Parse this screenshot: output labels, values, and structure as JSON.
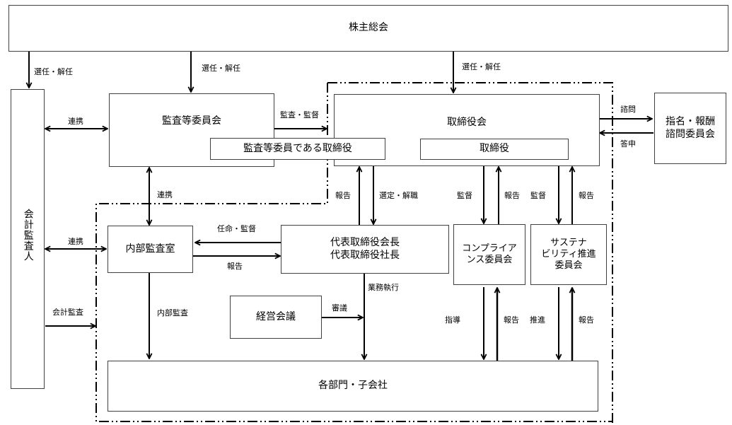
{
  "diagram": {
    "title": "コーポレート・ガバナンス体制図",
    "nodes": {
      "shareholders": "株主総会",
      "accounting_auditor": "会計監査人",
      "audit_committee": "監査等委員会",
      "audit_committee_directors": "監査等委員である取締役",
      "board": "取締役会",
      "directors": "取締役",
      "nomination_committee": "指名・報酬\n諮問委員会",
      "internal_audit": "内部監査室",
      "representatives": "代表取締役会長\n代表取締役社長",
      "compliance_committee": "コンプライア\nンス委員会",
      "sustainability_committee": "サステナ\nビリティ推進\n委員会",
      "management_meeting": "経営会議",
      "departments": "各部門・子会社"
    },
    "edges": {
      "elect_auditor": "選任・解任",
      "elect_audit_committee": "選任・解任",
      "elect_board": "選任・解任",
      "cooperate_auditor_committee": "連携",
      "audit_supervise": "監査・監督",
      "consult": "諮問",
      "respond": "答申",
      "cooperate_committee_internal": "連携",
      "report_to_board": "報告",
      "appoint_dismiss": "選定・解職",
      "supervise_compliance": "監督",
      "report_compliance": "報告",
      "supervise_sustainability": "監督",
      "report_sustainability": "報告",
      "cooperate_auditor_internal": "連携",
      "appoint_supervise": "任命・監督",
      "report_internal": "報告",
      "accounting_audit": "会計監査",
      "internal_audit_flow": "内部監査",
      "business_execution": "業務執行",
      "deliberation": "審議",
      "guidance": "指導",
      "report_from_dept_compliance": "報告",
      "promotion": "推進",
      "report_from_dept_sustainability": "報告"
    }
  }
}
